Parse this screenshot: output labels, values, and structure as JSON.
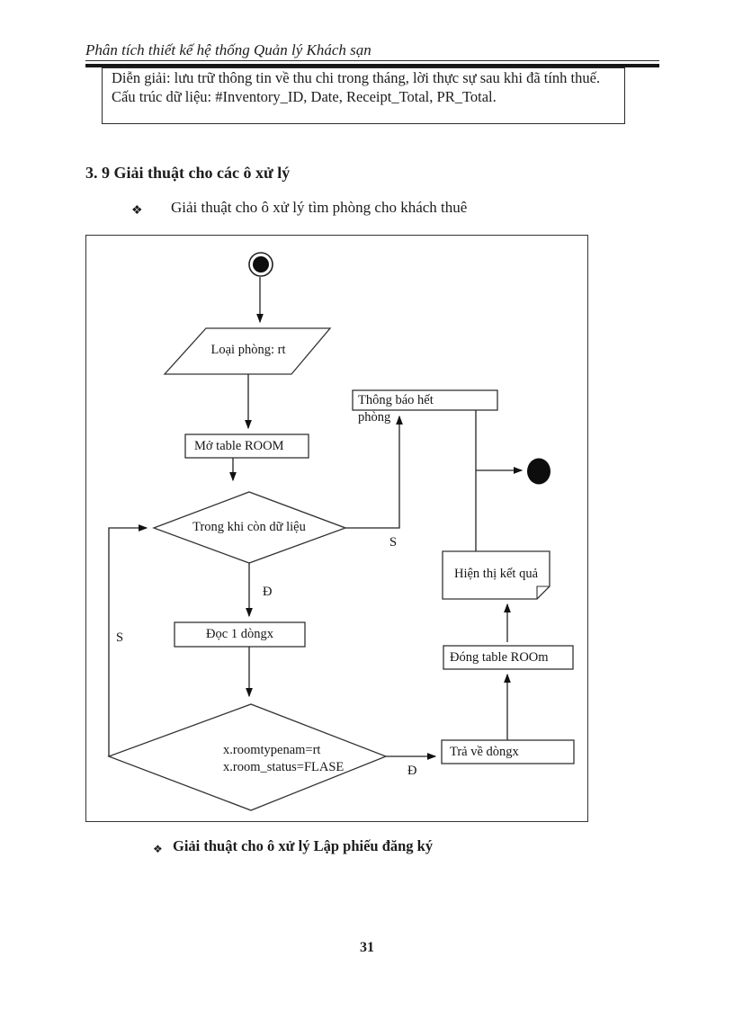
{
  "colors": {
    "ink": "#1c1c1c",
    "paper": "#ffffff"
  },
  "header": {
    "title": "Phân tích thiết kế hệ thống Quản lý Khách sạn"
  },
  "description_box": {
    "para1": "Diễn giải: lưu trữ thông tin về thu chi trong tháng, lời thực sự sau khi đã tính thuế.",
    "para2": "Cấu trúc dữ liệu: #Inventory_ID, Date, Receipt_Total, PR_Total."
  },
  "section": {
    "heading": "3. 9 Giải thuật cho các ô xử lý",
    "bullet_marker": "❖",
    "bullet1": "Giải thuật cho ô xử lý tìm phòng cho khách thuê",
    "bullet2": "Giải thuật cho ô xử lý Lập phiếu đăng ký"
  },
  "flowchart": {
    "input_room_type": "Loại phòng: rt",
    "open_table": "Mở table ROOM",
    "loop_condition": "Trong khi còn dữ liệu",
    "read_row": "Đọc 1 dòngx",
    "check_line1": "x.roomtypenam=rt",
    "check_line2": "x.room_status=FLASE",
    "return_row": "Trả về dòngx",
    "close_table": "Đóng table ROOm",
    "show_result": "Hiện thị kết quả",
    "no_room_message": "Thông báo hết phòng",
    "labels": {
      "true1": "Đ",
      "false1": "S",
      "true2": "Đ",
      "false2": "S"
    }
  },
  "footer": {
    "page_number": "31"
  }
}
